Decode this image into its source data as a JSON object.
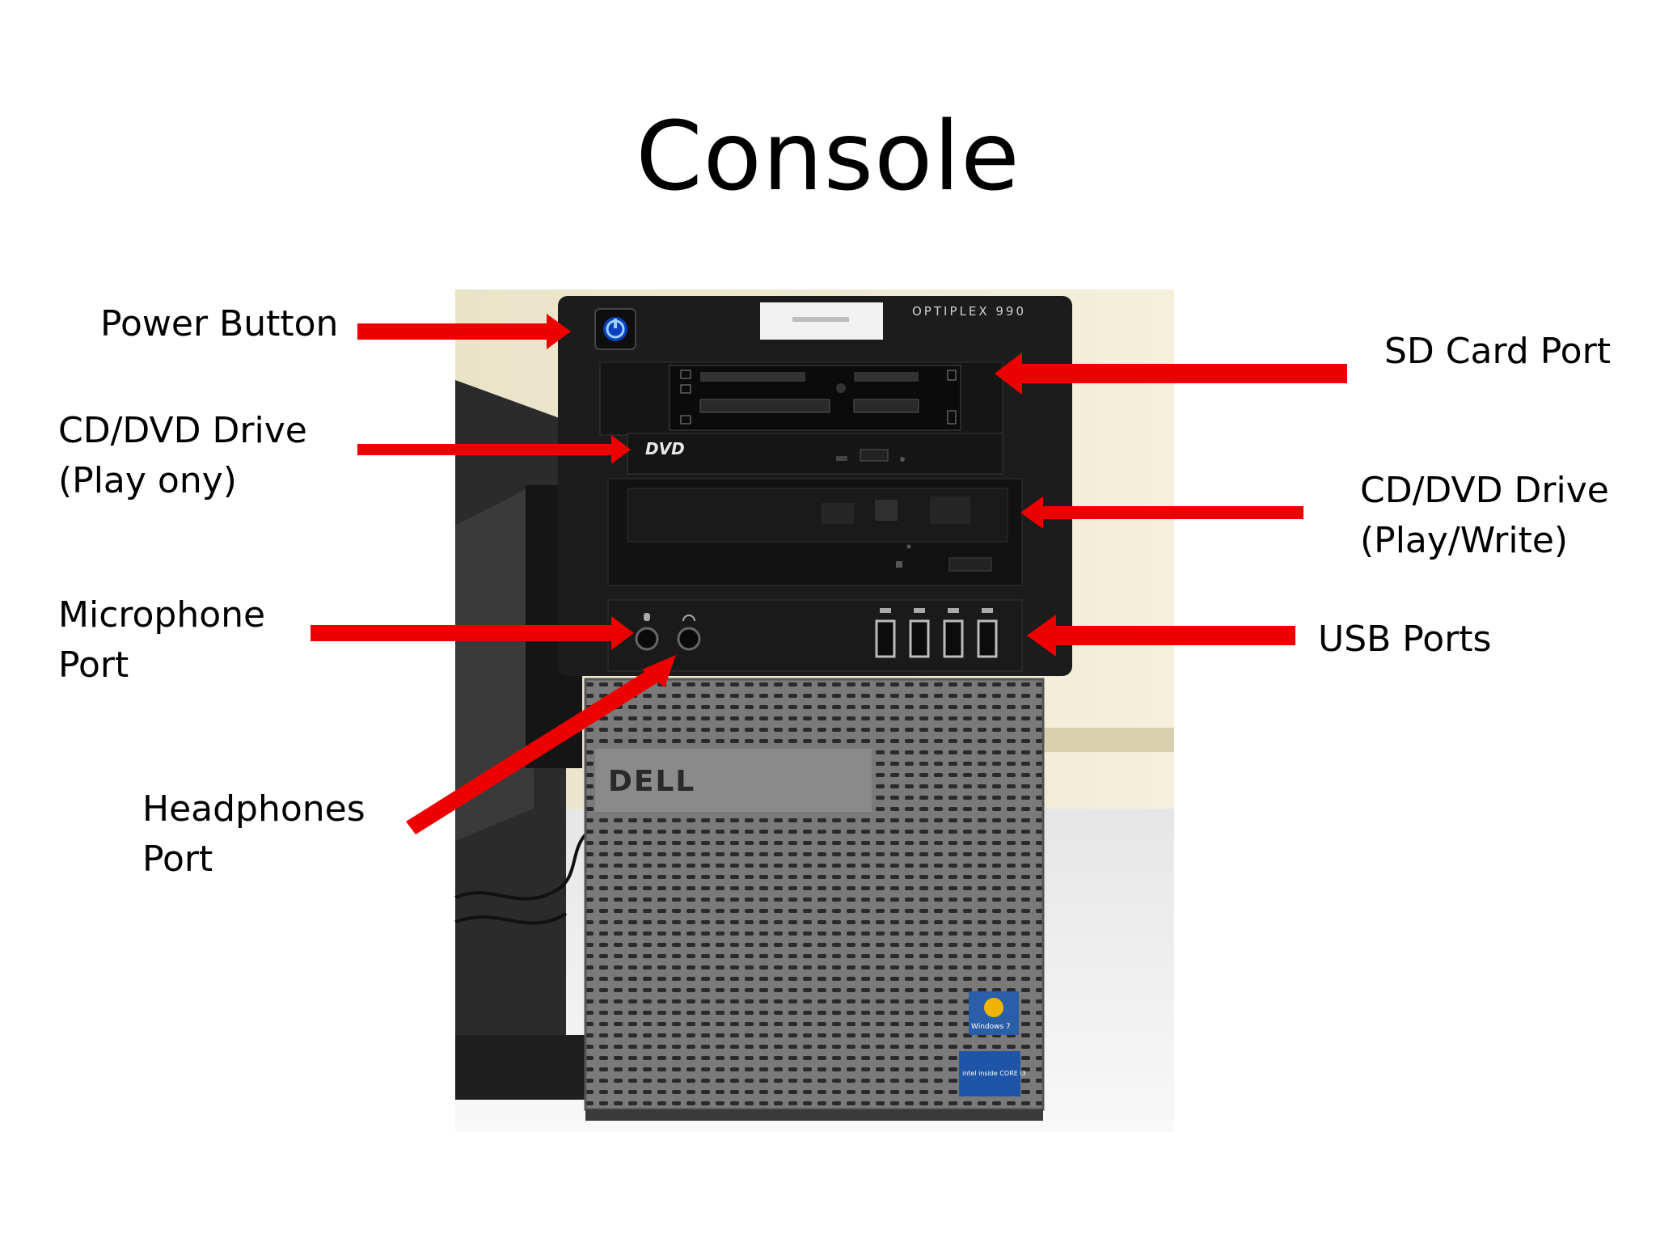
{
  "slide": {
    "title": "Console"
  },
  "labels": {
    "power_button": "Power Button",
    "sd_card_port": "SD Card Port",
    "cd_dvd_play_only_line1": "CD/DVD Drive",
    "cd_dvd_play_only_line2": "(Play ony)",
    "cd_dvd_play_write_line1": "CD/DVD Drive",
    "cd_dvd_play_write_line2": "(Play/Write)",
    "microphone_line1": "Microphone",
    "microphone_line2": "Port",
    "usb_ports": "USB Ports",
    "headphones_line1": "Headphones",
    "headphones_line2": "Port"
  },
  "photo": {
    "model_badge": "OPTIPLEX 990",
    "brand_logo": "DELL",
    "dvd_logo": "DVD",
    "os_sticker": "Windows 7",
    "cpu_sticker": "intel inside CORE i3"
  },
  "colors": {
    "arrow": "#ee0000",
    "case_black": "#1c1c1c",
    "case_gray": "#6d6d6d",
    "power_led": "#2a7fff"
  }
}
